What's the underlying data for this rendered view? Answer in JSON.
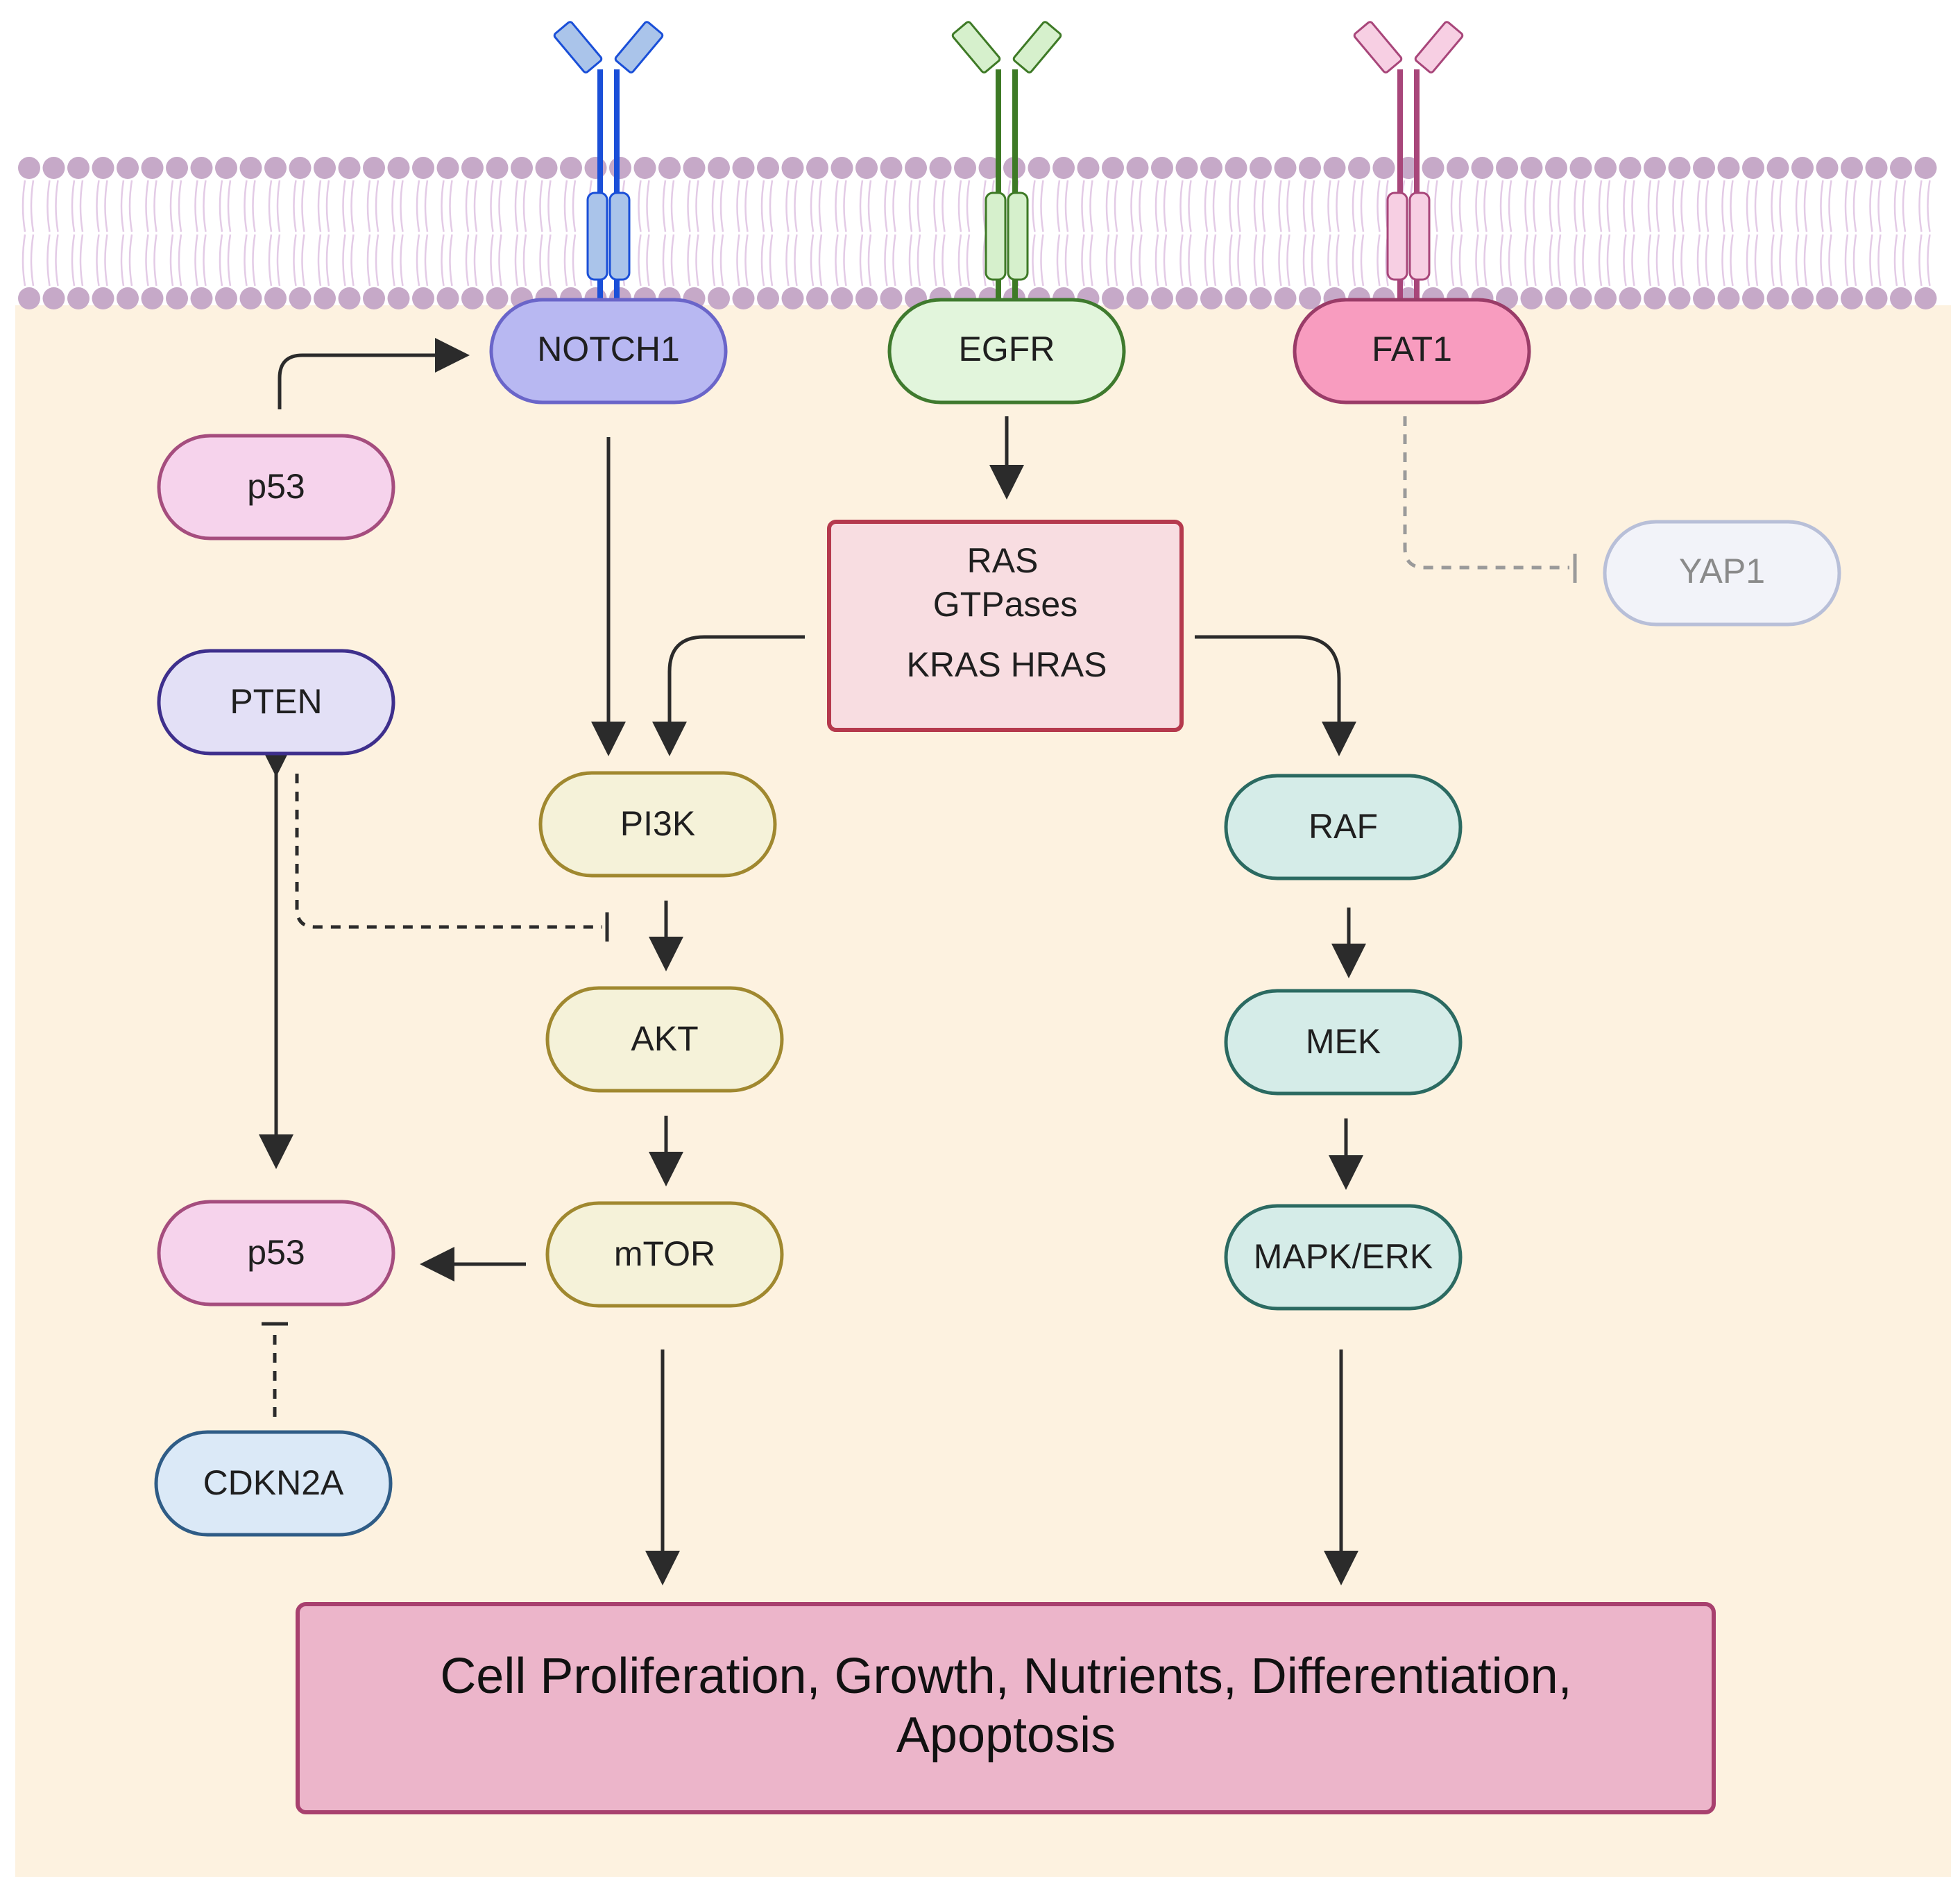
{
  "nodes": {
    "notch1": "NOTCH1",
    "egfr": "EGFR",
    "fat1": "FAT1",
    "p53_top": "p53",
    "pten": "PTEN",
    "ras_line1": "RAS",
    "ras_line2": "GTPases",
    "ras_line3": "KRAS HRAS",
    "yap1": "YAP1",
    "pi3k": "PI3K",
    "akt": "AKT",
    "mtor": "mTOR",
    "raf": "RAF",
    "mek": "MEK",
    "mapk_erk": "MAPK/ERK",
    "p53_bottom": "p53",
    "cdkn2a": "CDKN2A",
    "outcome_line1": "Cell Proliferation, Growth, Nutrients, Differentiation,",
    "outcome_line2": "Apoptosis"
  },
  "colors": {
    "cytoplasm": "#fdf2e0",
    "lipid_head": "#c6a9c8",
    "lipid_tail": "#e3cbe6",
    "arrow": "#2b2b2b",
    "notch1_fill": "#b8b8f2",
    "notch1_stroke": "#6a65c9",
    "notch1_receptor": "#1a4fd8",
    "notch1_receptor_light": "#aac4ea",
    "egfr_fill": "#e2f5dc",
    "egfr_stroke": "#3f7a2e",
    "egfr_receptor": "#3e7a26",
    "egfr_receptor_light": "#d6f0cc",
    "fat1_fill": "#f89cbf",
    "fat1_stroke": "#9a3c68",
    "fat1_receptor": "#a8467a",
    "fat1_receptor_light": "#f7cfe3",
    "p53_fill": "#f6d3ec",
    "p53_stroke": "#a54d7e",
    "pten_fill": "#e3e0f6",
    "pten_stroke": "#3e2f8c",
    "ras_fill": "#f8dde1",
    "ras_stroke": "#b5394d",
    "yap1_fill": "#f2f3f9",
    "yap1_stroke": "#b8bfd8",
    "yap1_text": "#8a8a8a",
    "akt_fill": "#f5f2d9",
    "akt_stroke": "#a0882f",
    "raf_fill": "#d5ece8",
    "raf_stroke": "#2b6a61",
    "cdkn2a_fill": "#dbe9f7",
    "cdkn2a_stroke": "#2f5c86",
    "outcome_fill": "#ecb5ca",
    "outcome_stroke": "#a8406e"
  }
}
